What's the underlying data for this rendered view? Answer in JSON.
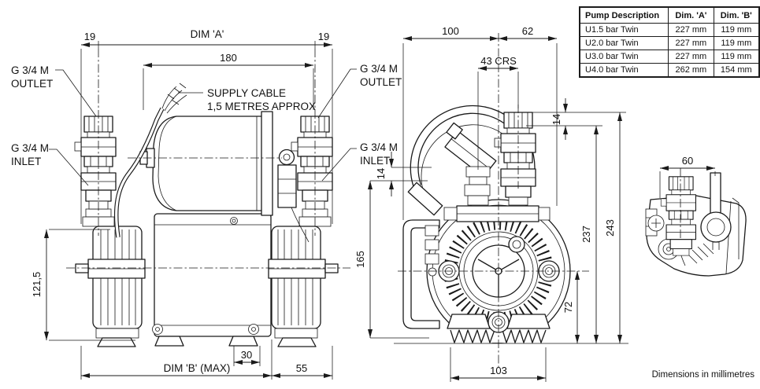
{
  "footnote": "Dimensions in millimetres",
  "table": {
    "headers": [
      "Pump Description",
      "Dim. 'A'",
      "Dim. 'B'"
    ],
    "rows": [
      [
        "U1.5 bar Twin",
        "227 mm",
        "119 mm"
      ],
      [
        "U2.0 bar Twin",
        "227 mm",
        "119 mm"
      ],
      [
        "U3.0 bar Twin",
        "227 mm",
        "119 mm"
      ],
      [
        "U4.0 bar Twin",
        "262 mm",
        "154 mm"
      ]
    ]
  },
  "front_view": {
    "labels": {
      "outlet_left": [
        "G 3/4 M",
        "OUTLET"
      ],
      "inlet_left": [
        "G 3/4 M",
        "INLET"
      ],
      "outlet_right": [
        "G 3/4 M",
        "OUTLET"
      ],
      "inlet_right": [
        "G 3/4 M",
        "INLET"
      ],
      "supply_cable": [
        "SUPPLY CABLE",
        "1,5 METRES APPROX"
      ]
    },
    "dims": {
      "d19_left": "19",
      "dim_a": "DIM 'A'",
      "d19_right": "19",
      "d180": "180",
      "d121_5": "121,5",
      "d30": "30",
      "dim_b_max": "DIM 'B' (MAX)",
      "d55": "55"
    }
  },
  "side_view": {
    "dims": {
      "d100": "100",
      "d62": "62",
      "d43crs": "43 CRS",
      "d14_left": "14",
      "d14_right": "14",
      "d165": "165",
      "d237": "237",
      "d243": "243",
      "d72": "72",
      "d103": "103"
    }
  },
  "end_view": {
    "dims": {
      "d60": "60"
    }
  }
}
